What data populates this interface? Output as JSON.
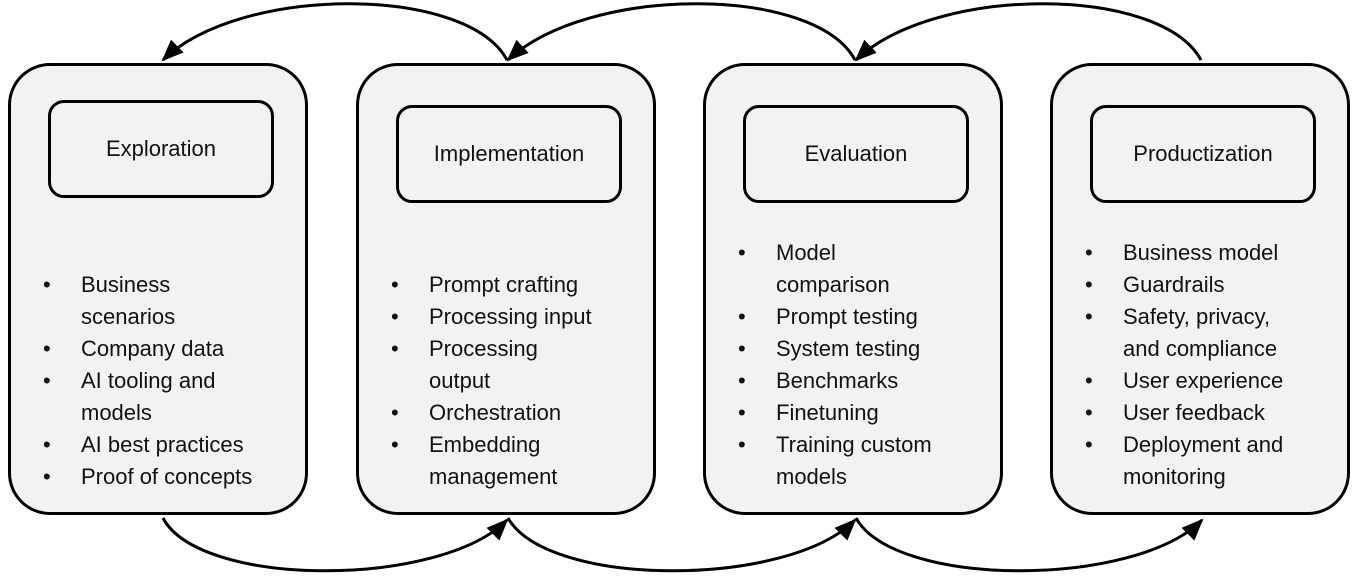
{
  "stages": [
    {
      "title": "Exploration",
      "items": [
        "Business\nscenarios",
        "Company data",
        "AI tooling and\nmodels",
        "AI best practices",
        "Proof of concepts"
      ]
    },
    {
      "title": "Implementation",
      "items": [
        "Prompt crafting",
        "Processing input",
        "Processing\noutput",
        "Orchestration",
        "Embedding\nmanagement"
      ]
    },
    {
      "title": "Evaluation",
      "items": [
        "Model\ncomparison",
        "Prompt testing",
        "System testing",
        "Benchmarks",
        "Finetuning",
        "Training custom\nmodels"
      ]
    },
    {
      "title": "Productization",
      "items": [
        "Business model",
        "Guardrails",
        "Safety, privacy,\nand compliance",
        "User experience",
        "User feedback",
        "Deployment and\nmonitoring"
      ]
    }
  ]
}
